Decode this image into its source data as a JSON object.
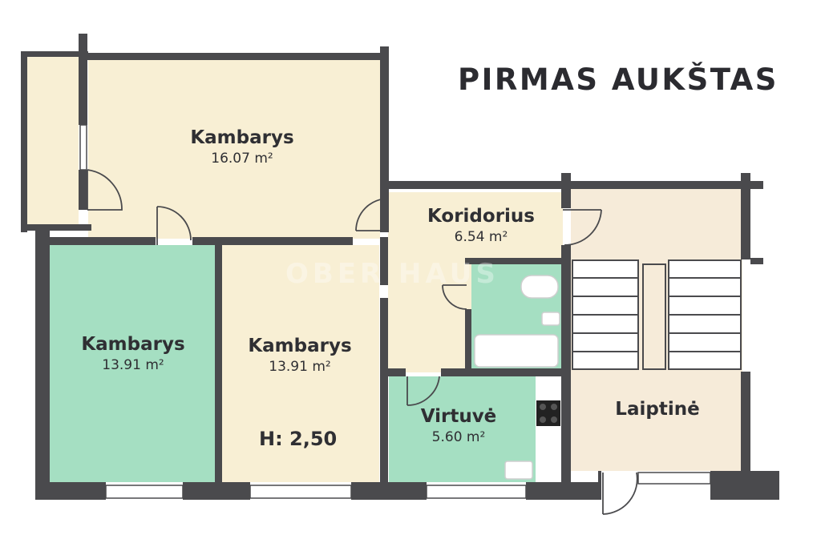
{
  "title": "PIRMAS AUKŠTAS",
  "watermark": "OBER HAUS",
  "colors": {
    "wall": "#4a4a4d",
    "room_beige": "#f8efd4",
    "room_green": "#a5dfc2",
    "stair_bg": "#f6ebd9",
    "window": "#ffffff"
  },
  "rooms": {
    "top": {
      "name": "Kambarys",
      "area": "16.07 m²"
    },
    "koridorius": {
      "name": "Koridorius",
      "area": "6.54 m²"
    },
    "green": {
      "name": "Kambarys",
      "area": "13.91 m²"
    },
    "middle": {
      "name": "Kambarys",
      "area": "13.91 m²"
    },
    "virtuve": {
      "name": "Virtuvė",
      "area": "5.60 m²"
    },
    "laiptine": {
      "name": "Laiptinė"
    }
  },
  "ceiling_height": "H: 2,50"
}
